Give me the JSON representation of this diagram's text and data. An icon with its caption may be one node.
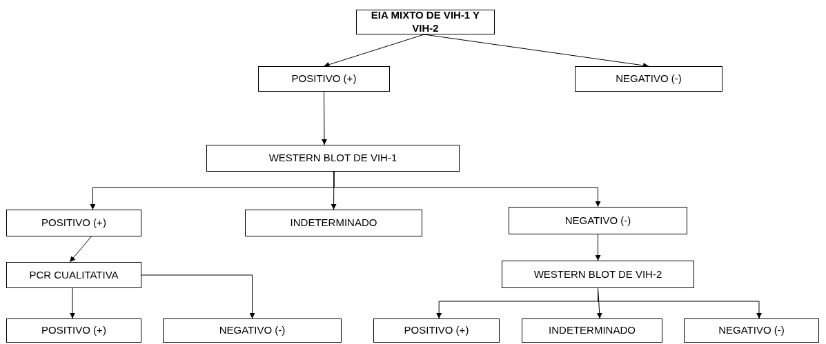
{
  "diagram": {
    "nodes": [
      {
        "text": [
          "EIA MIXTO DE VIH-1 Y VIH-2"
        ]
      },
      {
        "text": [
          "POSITIVO (+)"
        ]
      },
      {
        "text": [
          "NEGATIVO (-)"
        ]
      },
      {
        "text": [
          "WESTERN BLOT DE VIH-1"
        ]
      },
      {
        "text": [
          "POSITIVO (+)"
        ]
      },
      {
        "text": [
          "INDETERMINADO"
        ]
      },
      {
        "text": [
          "NEGATIVO (-)"
        ]
      },
      {
        "text": [
          "PCR CUALITATIVA"
        ]
      },
      {
        "text": [
          "WESTERN BLOT DE VIH-2"
        ]
      },
      {
        "text": [
          "POSITIVO (+)"
        ]
      },
      {
        "text": [
          "NEGATIVO (-)"
        ]
      },
      {
        "text": [
          "POSITIVO (+)"
        ]
      },
      {
        "text": [
          "INDETERMINADO"
        ]
      },
      {
        "text": [
          "NEGATIVO (-)"
        ]
      }
    ],
    "edges": [
      {
        "from": 0,
        "to": 1,
        "arrow": "to"
      },
      {
        "from": 0,
        "to": 2,
        "arrow": "to"
      },
      {
        "from": 1,
        "to": 3,
        "arrow": "to"
      },
      {
        "from": 3,
        "to": 4,
        "arrow": "to"
      },
      {
        "from": 3,
        "to": 5,
        "arrow": "to"
      },
      {
        "from": 3,
        "to": 6,
        "arrow": "to"
      },
      {
        "from": 4,
        "to": 7,
        "arrow": "to"
      },
      {
        "from": 6,
        "to": 8,
        "arrow": "to"
      },
      {
        "from": 7,
        "to": 9,
        "arrow": "to"
      },
      {
        "from": 7,
        "to": 10,
        "arrow": "to"
      },
      {
        "from": 8,
        "to": 11,
        "arrow": "to"
      },
      {
        "from": 8,
        "to": 12,
        "arrow": "to"
      },
      {
        "from": 8,
        "to": 13,
        "arrow": "to"
      }
    ]
  }
}
